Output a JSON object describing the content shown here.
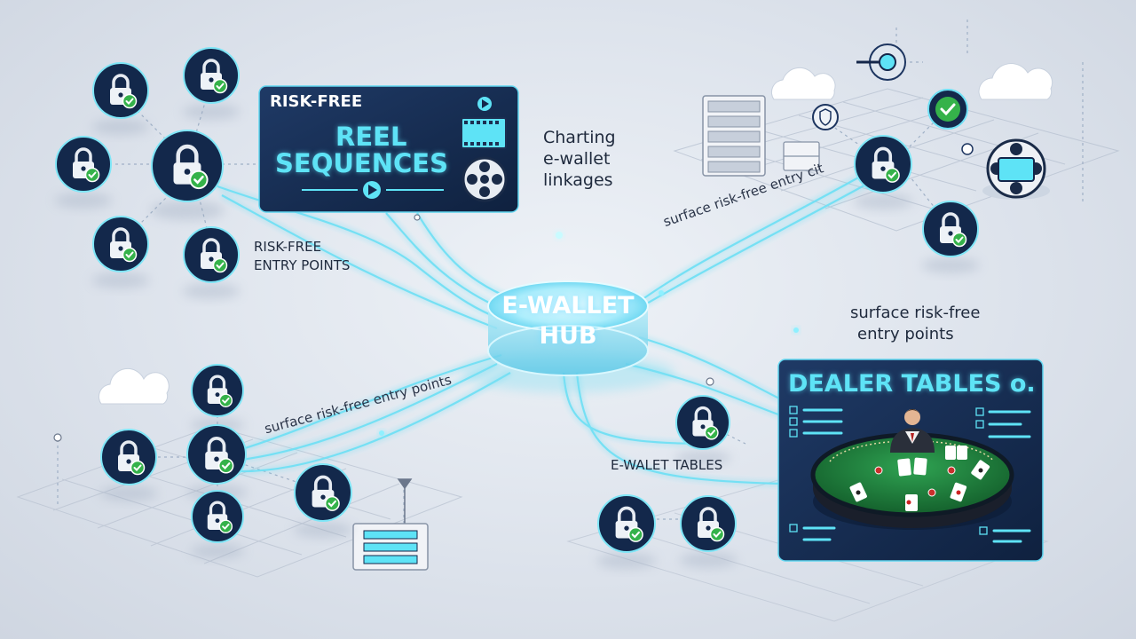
{
  "hub": {
    "line1": "E-WALLET",
    "line2": "HUB"
  },
  "reel_card": {
    "kicker": "RISK-FREE",
    "line1": "REEL",
    "line2": "SEQUENCES"
  },
  "dealer_card": {
    "title": "DEALER TABLES o."
  },
  "labels": {
    "charting": [
      "Charting",
      "e-wallet",
      "linkages"
    ],
    "entry_points_left": [
      "RISK-FREE",
      "ENTRY POINTS"
    ],
    "surface_right": [
      "surface risk-free",
      "entry points"
    ],
    "curved_top_right": "surface risk-free entry cit",
    "curved_left": "surface risk-free entry points",
    "ewallet_tables": "E-WALET TABLES"
  },
  "colors": {
    "navy": "#13284b",
    "glow": "#5fe3f7",
    "check_green": "#35b24a",
    "felt_green": "#1d7a3a",
    "background": "#dfe5ee"
  },
  "icons": [
    "padlock-check-icon",
    "cloud-icon",
    "server-rack-icon",
    "film-reel-icon",
    "play-icon",
    "dealer-icon",
    "playing-card-icon"
  ]
}
